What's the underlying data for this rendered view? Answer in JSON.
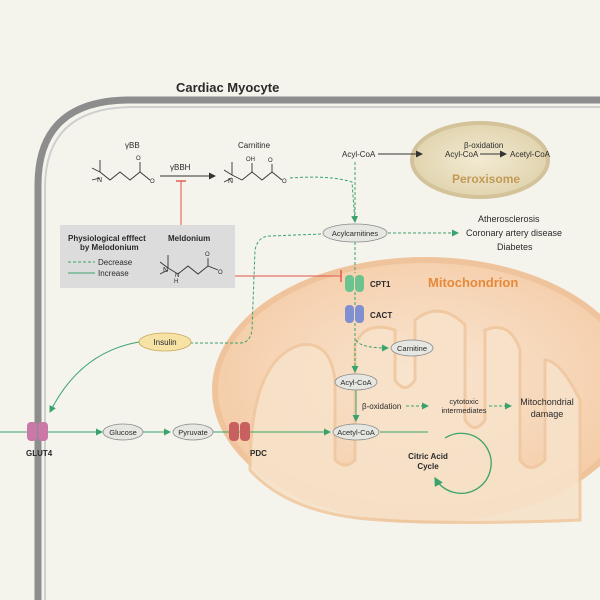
{
  "cell": {
    "title": "Cardiac Myocyte"
  },
  "organelles": {
    "peroxisome": "Peroxisome",
    "mitochondrion": "Mitochondrion"
  },
  "molecules": {
    "gbb": "γBB",
    "gbbh": "γBBH",
    "carnitine_top": "Carnitine",
    "meldonium": "Meldonium",
    "acyl_coa_top": "Acyl-CoA",
    "acyl_coa_perox": "Acyl-CoA",
    "acetyl_coa_perox": "Acetyl-CoA",
    "beta_ox_perox": "β-oxidation",
    "acylcarnitines": "Acylcarnitines",
    "carnitine_mito": "Carnitine",
    "acyl_coa_mito": "Acyl-CoA",
    "beta_ox_mito": "β-oxidation",
    "cytotoxic_1": "cytotoxic",
    "cytotoxic_2": "intermediates",
    "mito_damage_1": "Mitochondrial",
    "mito_damage_2": "damage",
    "acetyl_coa_mito": "Acetyl-CoA",
    "tca_1": "Citric Acid",
    "tca_2": "Cycle",
    "insulin": "Insulin",
    "glucose": "Glucose",
    "pyruvate": "Pyruvate"
  },
  "transporters": {
    "cpt1": "CPT1",
    "cact": "CACT",
    "glut4": "GLUT4",
    "pdc": "PDC"
  },
  "diseases": [
    "Atherosclerosis",
    "Coronary artery disease",
    "Diabetes"
  ],
  "legend": {
    "title_1": "Physiological efffect",
    "title_2": "by Melodonium",
    "decrease": "Decrease",
    "increase": "Increase"
  },
  "chem": {
    "n_plus": "N",
    "o": "O",
    "oh": "OH",
    "o_minus": "O",
    "h": "H",
    "n": "N",
    "minus": "−",
    "plus": "+"
  },
  "colors": {
    "background": "#f4f3ec",
    "cell_membrane": "#8d8d8d",
    "mito_fill": "#f6d2b0",
    "mito_inner": "#f7e2c9",
    "mito_label": "#e58a3a",
    "peroxisome_fill": "#e9dfc0",
    "peroxisome_label": "#c39a55",
    "green": "#3aa36b",
    "red": "#e0534a",
    "cpt1": "#6cc38f",
    "cact": "#7f8fd0",
    "glut4": "#c978a8",
    "pdc": "#c86060",
    "insulin": "#f7e2a5",
    "node": "#e6e6e2",
    "legend_bg": "#dcdcdc"
  }
}
